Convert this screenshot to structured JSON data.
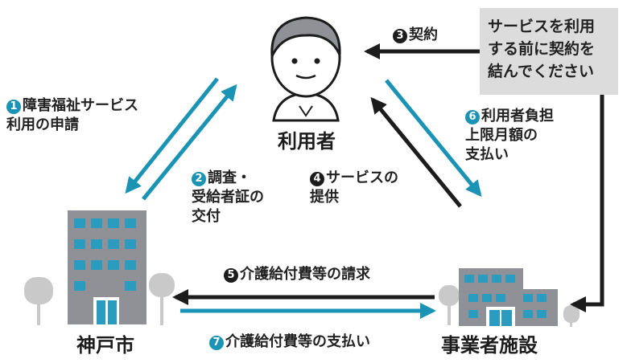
{
  "nodes": {
    "user": "利用者",
    "city": "神戸市",
    "provider": "事業者施設"
  },
  "note": "サービスを利用\nする前に契約を\n結んでください",
  "steps": [
    {
      "num": "1",
      "text": "障害福祉サービス\n利用の申請"
    },
    {
      "num": "2",
      "text": "調査・\n受給者証の\n交付"
    },
    {
      "num": "3",
      "text": "契約"
    },
    {
      "num": "4",
      "text": "サービスの\n提供"
    },
    {
      "num": "5",
      "text": "介護給付費等の請求"
    },
    {
      "num": "6",
      "text": "利用者負担\n上限月額の\n支払い"
    },
    {
      "num": "7",
      "text": "介護給付費等の支払い"
    }
  ],
  "colors": {
    "blue": "#1a93b5",
    "black": "#1c1c1c",
    "building": "#8f9197",
    "window": "#2a9cc0",
    "tree": "#c9c9c9",
    "note_bg": "#dcdcdc"
  },
  "icons": [
    "person-icon",
    "city-building-icon",
    "provider-building-icon"
  ]
}
